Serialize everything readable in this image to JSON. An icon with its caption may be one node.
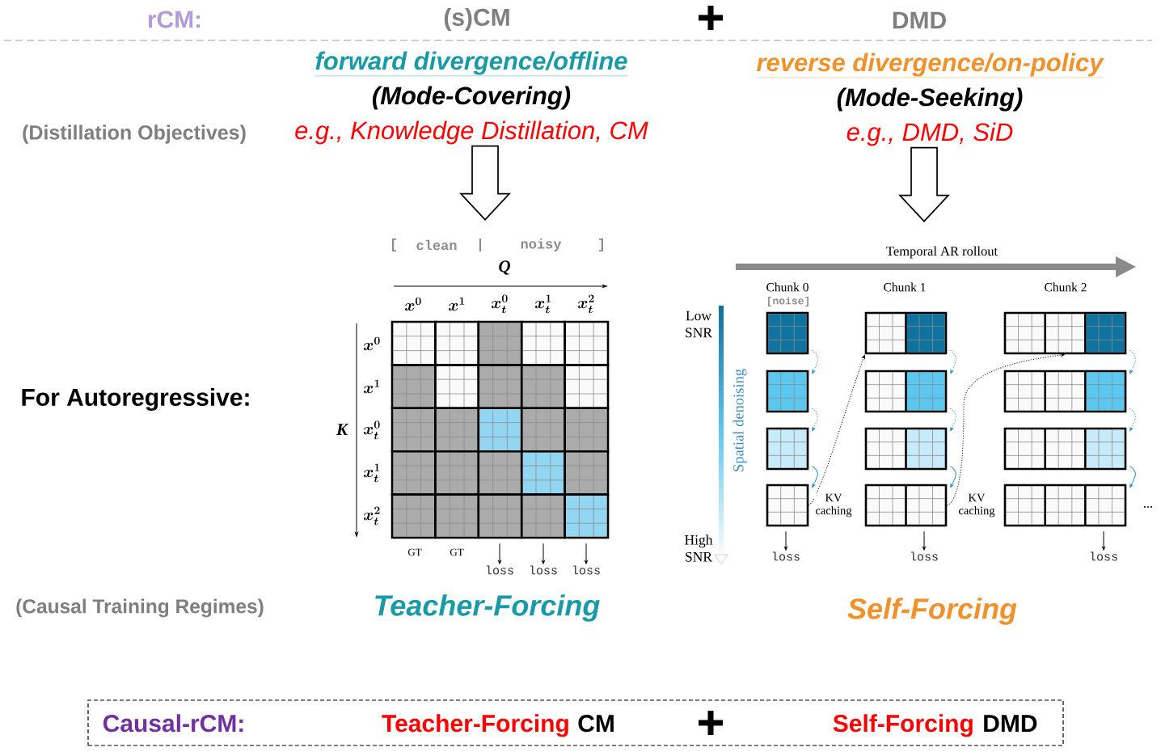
{
  "diagram": {
    "nodes": [
      {
        "text": [
          "forward divergence/offline",
          "(Mode-Covering)",
          "e.g., Knowledge Distillation, CM"
        ]
      },
      {
        "text": [
          "reverse divergence/on-policy",
          "(Mode-Seeking)",
          "e.g., DMD, SiD"
        ]
      },
      {
        "text": [],
        "shape": "box"
      },
      {
        "text": [],
        "shape": "box"
      },
      {
        "text": [],
        "shape": "box"
      },
      {
        "text": [],
        "shape": "box"
      },
      {
        "text": [],
        "shape": "box"
      },
      {
        "text": [],
        "shape": "box"
      },
      {
        "text": [],
        "shape": "box"
      },
      {
        "text": [],
        "shape": "box"
      },
      {
        "text": [],
        "shape": "box"
      },
      {
        "text": [],
        "shape": "box"
      },
      {
        "text": [],
        "shape": "box"
      },
      {
        "text": [],
        "shape": "box"
      },
      {
        "text": [],
        "shape": "box"
      },
      {
        "text": [],
        "shape": "box"
      },
      {
        "text": [],
        "shape": "box"
      },
      {
        "text": [],
        "shape": "box"
      },
      {
        "text": [],
        "shape": "box"
      },
      {
        "text": [],
        "shape": "box"
      },
      {
        "text": [],
        "shape": "box"
      },
      {
        "text": [],
        "shape": "box"
      },
      {
        "text": [],
        "shape": "box"
      },
      {
        "text": [],
        "shape": "box"
      },
      {
        "text": [],
        "shape": "box"
      },
      {
        "text": [],
        "shape": "box"
      },
      {
        "text": [],
        "shape": "box"
      },
      {
        "text": [],
        "shape": "box"
      },
      {
        "text": [],
        "shape": "box"
      },
      {
        "text": [],
        "shape": "box"
      },
      {
        "text": [],
        "shape": "box"
      },
      {
        "text": [],
        "shape": "box"
      },
      {
        "text": [],
        "shape": "box"
      },
      {
        "text": [],
        "shape": "box"
      },
      {
        "text": [],
        "shape": "box"
      },
      {
        "text": [],
        "shape": "box"
      },
      {
        "text": [],
        "shape": "box"
      },
      {
        "text": [],
        "shape": "box"
      },
      {
        "text": [],
        "shape": "box"
      },
      {
        "text": [
          "loss"
        ]
      },
      {
        "text": [
          "loss"
        ]
      },
      {
        "text": [
          "loss"
        ]
      },
      {
        "text": [
          "loss"
        ]
      },
      {
        "text": [
          "loss"
        ]
      },
      {
        "text": [
          "loss"
        ]
      },
      {
        "text": [
          "Causal-rCM:",
          "Teacher-Forcing",
          "CM",
          "Self-Forcing",
          "DMD"
        ]
      }
    ],
    "edges": [
      {
        "from": 0,
        "to": null,
        "arrow": "to",
        "style": "thick"
      },
      {
        "from": 1,
        "to": null,
        "arrow": "to",
        "style": "thick"
      },
      {
        "from": 27,
        "to": 28,
        "arrow": "to",
        "style": "dashed",
        "color": "#2b8cc4"
      },
      {
        "from": 28,
        "to": 29,
        "arrow": "to",
        "style": "dashed",
        "color": "#2b8cc4"
      },
      {
        "from": 29,
        "to": 30,
        "arrow": "to",
        "color": "#2b8cc4"
      },
      {
        "from": 31,
        "to": 32,
        "arrow": "to",
        "style": "dashed",
        "color": "#2b8cc4"
      },
      {
        "from": 32,
        "to": 33,
        "arrow": "to",
        "style": "dashed",
        "color": "#2b8cc4"
      },
      {
        "from": 33,
        "to": 34,
        "arrow": "to",
        "color": "#2b8cc4"
      },
      {
        "from": 35,
        "to": 36,
        "arrow": "to",
        "style": "dashed",
        "color": "#2b8cc4"
      },
      {
        "from": 36,
        "to": 37,
        "arrow": "to",
        "style": "dashed",
        "color": "#2b8cc4"
      },
      {
        "from": 37,
        "to": 38,
        "arrow": "to",
        "color": "#2b8cc4"
      },
      {
        "from": 30,
        "to": 31,
        "arrow": "to",
        "style": "dashed",
        "color": "#000000",
        "label": "KV caching"
      },
      {
        "from": 34,
        "to": 35,
        "arrow": "to",
        "style": "dashed",
        "color": "#000000",
        "label": "KV caching"
      },
      {
        "from": 24,
        "to": 39,
        "arrow": "to",
        "color": "#000000"
      },
      {
        "from": 25,
        "to": 40,
        "arrow": "to",
        "color": "#000000"
      },
      {
        "from": 26,
        "to": 41,
        "arrow": "to",
        "color": "#000000"
      },
      {
        "from": 30,
        "to": 42,
        "arrow": "to",
        "color": "#000000"
      },
      {
        "from": 34,
        "to": 43,
        "arrow": "to",
        "color": "#000000"
      },
      {
        "from": 38,
        "to": 44,
        "arrow": "to",
        "color": "#000000"
      }
    ],
    "labels": [
      "rCM:",
      "(s)CM",
      "DMD",
      "(Distillation Objectives)",
      "[",
      "clean",
      "|",
      "noisy",
      "]",
      "Temporal AR rollout",
      "Q",
      "Chunk 0",
      "Chunk 1",
      "Chunk 2",
      "[noise]",
      "x^{0}",
      "x^{1}",
      "x_{t}^{0}",
      "x_{t}^{1}",
      "x_{t}^{2}",
      "Low SNR",
      "x^{0}",
      "x^{1}",
      "For Autoregressive:",
      "K",
      "x_{t}^{0}",
      "Spatial denoising",
      "x_{t}^{1}",
      "...",
      "x_{t}^{2}",
      "High SNR",
      "GT",
      "GT",
      "(Causal Training Regimes)",
      "Teacher-Forcing",
      "Self-Forcing"
    ]
  }
}
